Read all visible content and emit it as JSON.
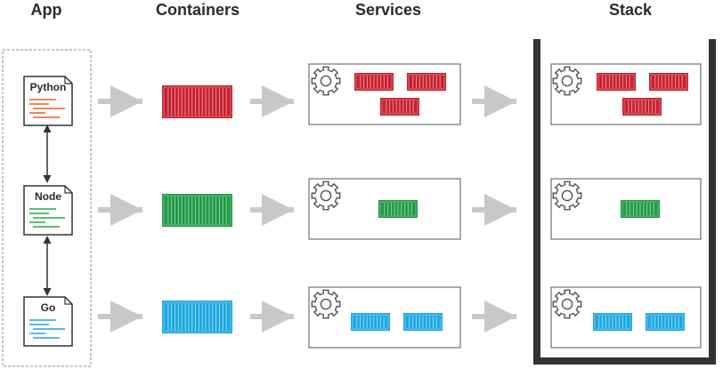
{
  "headings": {
    "app": "App",
    "containers": "Containers",
    "services": "Services",
    "stack": "Stack"
  },
  "apps": [
    {
      "label": "Python",
      "color": "#e0622a"
    },
    {
      "label": "Node",
      "color": "#2aa64a"
    },
    {
      "label": "Go",
      "color": "#2a9fd6"
    }
  ],
  "rows": [
    {
      "app": "Python",
      "container_color": "#c8202e",
      "service_replicas": 3,
      "stack_replicas": 3
    },
    {
      "app": "Node",
      "container_color": "#1f9a45",
      "service_replicas": 1,
      "stack_replicas": 1
    },
    {
      "app": "Go",
      "container_color": "#1ea8e0",
      "service_replicas": 2,
      "stack_replicas": 2
    }
  ],
  "colors": {
    "arrow": "#c8c8c8",
    "box_border": "#555555",
    "stack_border": "#333333",
    "gear": "#555555",
    "app_box_border": "#888888"
  },
  "icons": {
    "gear": "gear-icon",
    "container": "shipping-container-icon",
    "document": "document-icon"
  }
}
